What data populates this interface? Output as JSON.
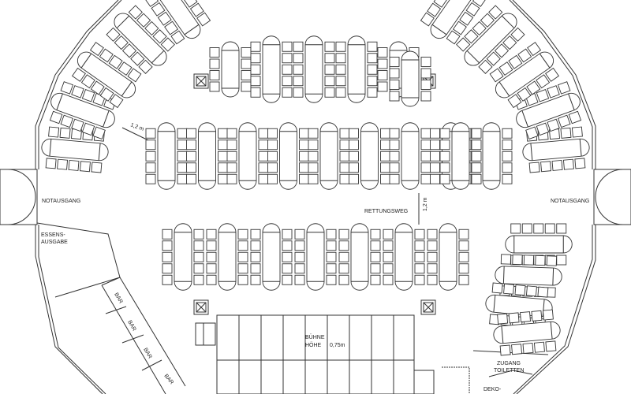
{
  "labels": {
    "exit_left": "NOTAUSGANG",
    "exit_right": "NOTAUSGANG",
    "food_line1": "ESSENS-",
    "food_line2": "AUSGABE",
    "bars": [
      "BAR",
      "BAR",
      "BAR",
      "BAR"
    ],
    "stage_line1": "BÜHNE",
    "stage_line2": "HÖHE",
    "stage_height": "0,75m",
    "escape_route": "RETTUNGSWEG",
    "spacing_left": "1,2 m",
    "spacing_right": "1,2 m",
    "toilets_line1": "ZUGANG",
    "toilets_line2": "TOILETTEN",
    "deco": "DEKO-"
  },
  "colors": {
    "line": "#333333",
    "background": "#ffffff"
  }
}
